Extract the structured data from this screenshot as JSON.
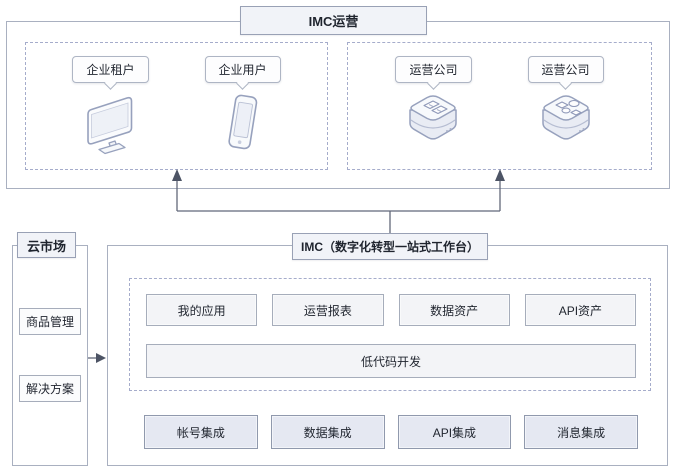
{
  "top_section": {
    "title": "IMC运营",
    "groups": [
      {
        "name": "enterprise-side",
        "items": [
          {
            "label": "企业租户",
            "icon": "monitor-icon"
          },
          {
            "label": "企业用户",
            "icon": "smartphone-icon"
          }
        ]
      },
      {
        "name": "operator-side",
        "items": [
          {
            "label": "运营公司",
            "icon": "cube-documents-icon"
          },
          {
            "label": "运营公司",
            "icon": "cube-apps-icon"
          }
        ]
      }
    ]
  },
  "cloud_market": {
    "title": "云市场",
    "items": [
      "商品管理",
      "解决方案"
    ]
  },
  "imc_platform": {
    "title": "IMC（数字化转型一站式工作台）",
    "capabilities": [
      "我的应用",
      "运营报表",
      "数据资产",
      "API资产"
    ],
    "low_code": "低代码开发",
    "integrations": [
      "帐号集成",
      "数据集成",
      "API集成",
      "消息集成"
    ]
  },
  "colors": {
    "container_border": "#a9b0c0",
    "dashed_border": "#a5accb",
    "label_bg": "#f1f3f8",
    "label_border": "#99a1b5",
    "button_bg": "#f3f4f7",
    "button_border": "#a6adbb",
    "integration_bg": "#e5e8f2",
    "integration_border": "#9099ad",
    "connector": "#62687a",
    "icon_stroke": "#97a1bd",
    "text": "#1f242e"
  }
}
